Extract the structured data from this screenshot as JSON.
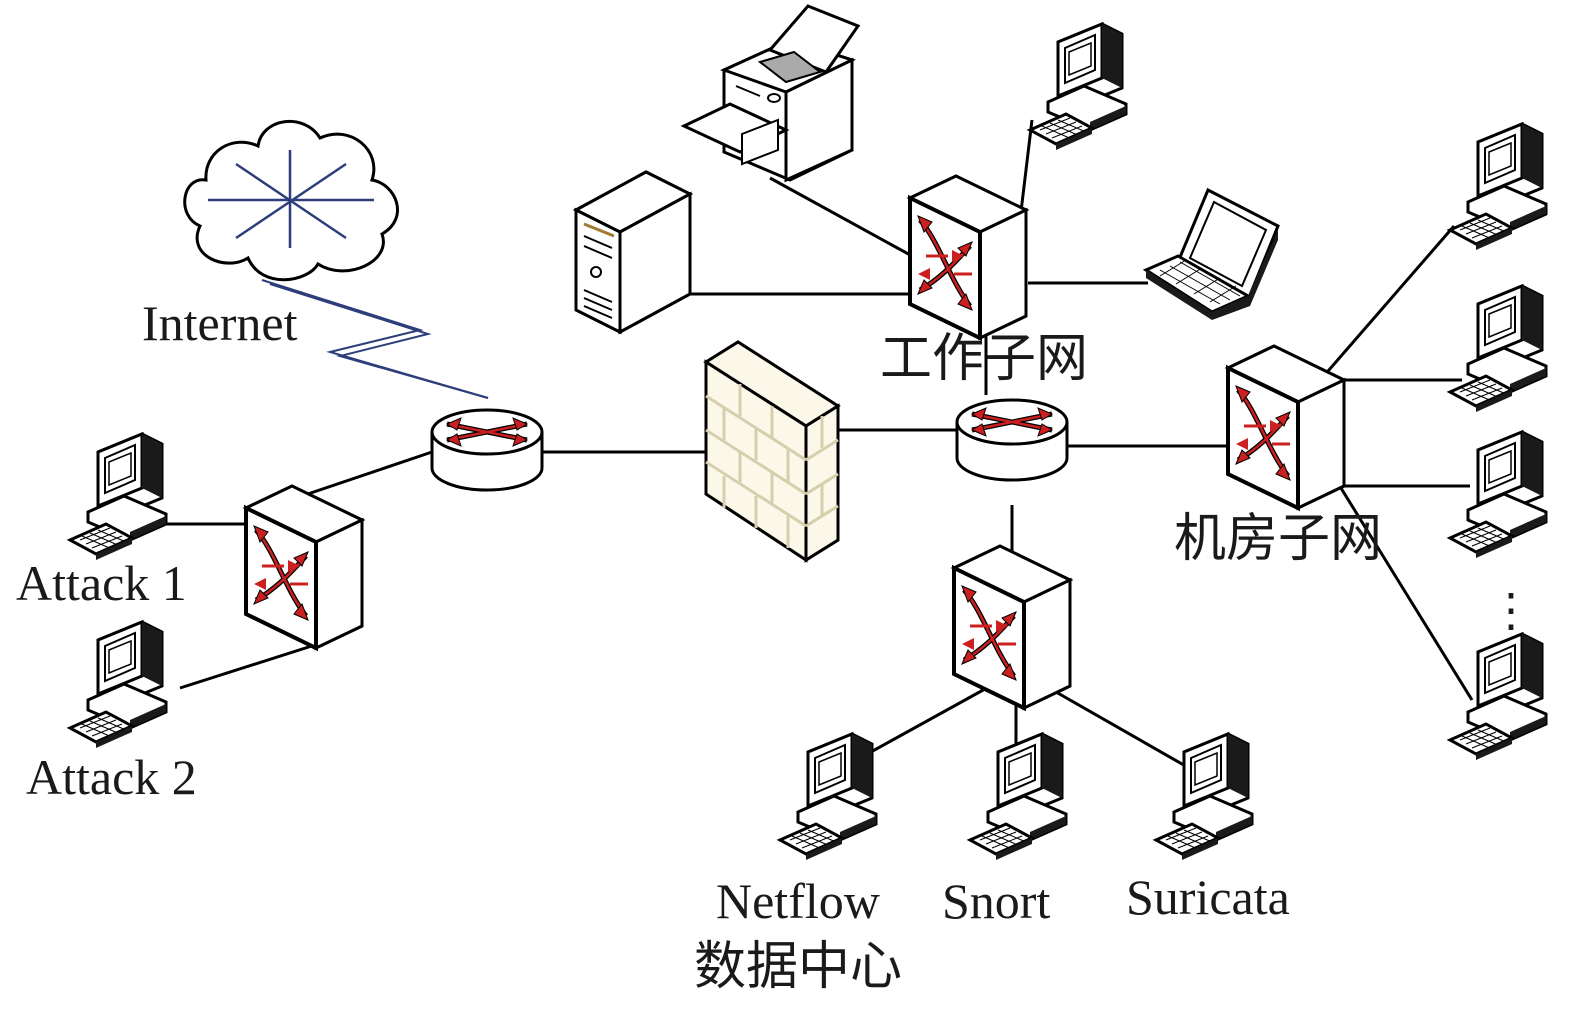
{
  "labels": {
    "internet": "Internet",
    "attack1": "Attack 1",
    "attack2": "Attack 2",
    "work_subnet": "工作子网",
    "machine_room_subnet": "机房子网",
    "netflow": "Netflow",
    "data_center": "数据中心",
    "snort": "Snort",
    "suricata": "Suricata",
    "ellipsis": "⋮"
  },
  "nodes": [
    {
      "id": "internet",
      "type": "cloud-icon"
    },
    {
      "id": "router-edge",
      "type": "router-icon"
    },
    {
      "id": "switch-attack",
      "type": "switch-icon"
    },
    {
      "id": "pc-attack1",
      "type": "computer-icon"
    },
    {
      "id": "pc-attack2",
      "type": "computer-icon"
    },
    {
      "id": "firewall",
      "type": "firewall-icon"
    },
    {
      "id": "router-core",
      "type": "router-icon"
    },
    {
      "id": "switch-work",
      "type": "switch-icon"
    },
    {
      "id": "printer",
      "type": "printer-icon"
    },
    {
      "id": "server",
      "type": "server-icon"
    },
    {
      "id": "pc-work",
      "type": "computer-icon"
    },
    {
      "id": "laptop",
      "type": "laptop-icon"
    },
    {
      "id": "switch-room",
      "type": "switch-icon"
    },
    {
      "id": "pc-room1",
      "type": "computer-icon"
    },
    {
      "id": "pc-room2",
      "type": "computer-icon"
    },
    {
      "id": "pc-room3",
      "type": "computer-icon"
    },
    {
      "id": "pc-room4",
      "type": "computer-icon"
    },
    {
      "id": "switch-datacenter",
      "type": "switch-icon"
    },
    {
      "id": "pc-netflow",
      "type": "computer-icon"
    },
    {
      "id": "pc-snort",
      "type": "computer-icon"
    },
    {
      "id": "pc-suricata",
      "type": "computer-icon"
    }
  ],
  "colors": {
    "line": "#000000",
    "internet_link": "#2d3e7a",
    "arrow_red": "#cc1f1f",
    "firewall_fill": "#fbf8ea",
    "firewall_stroke": "#d6cfae"
  }
}
